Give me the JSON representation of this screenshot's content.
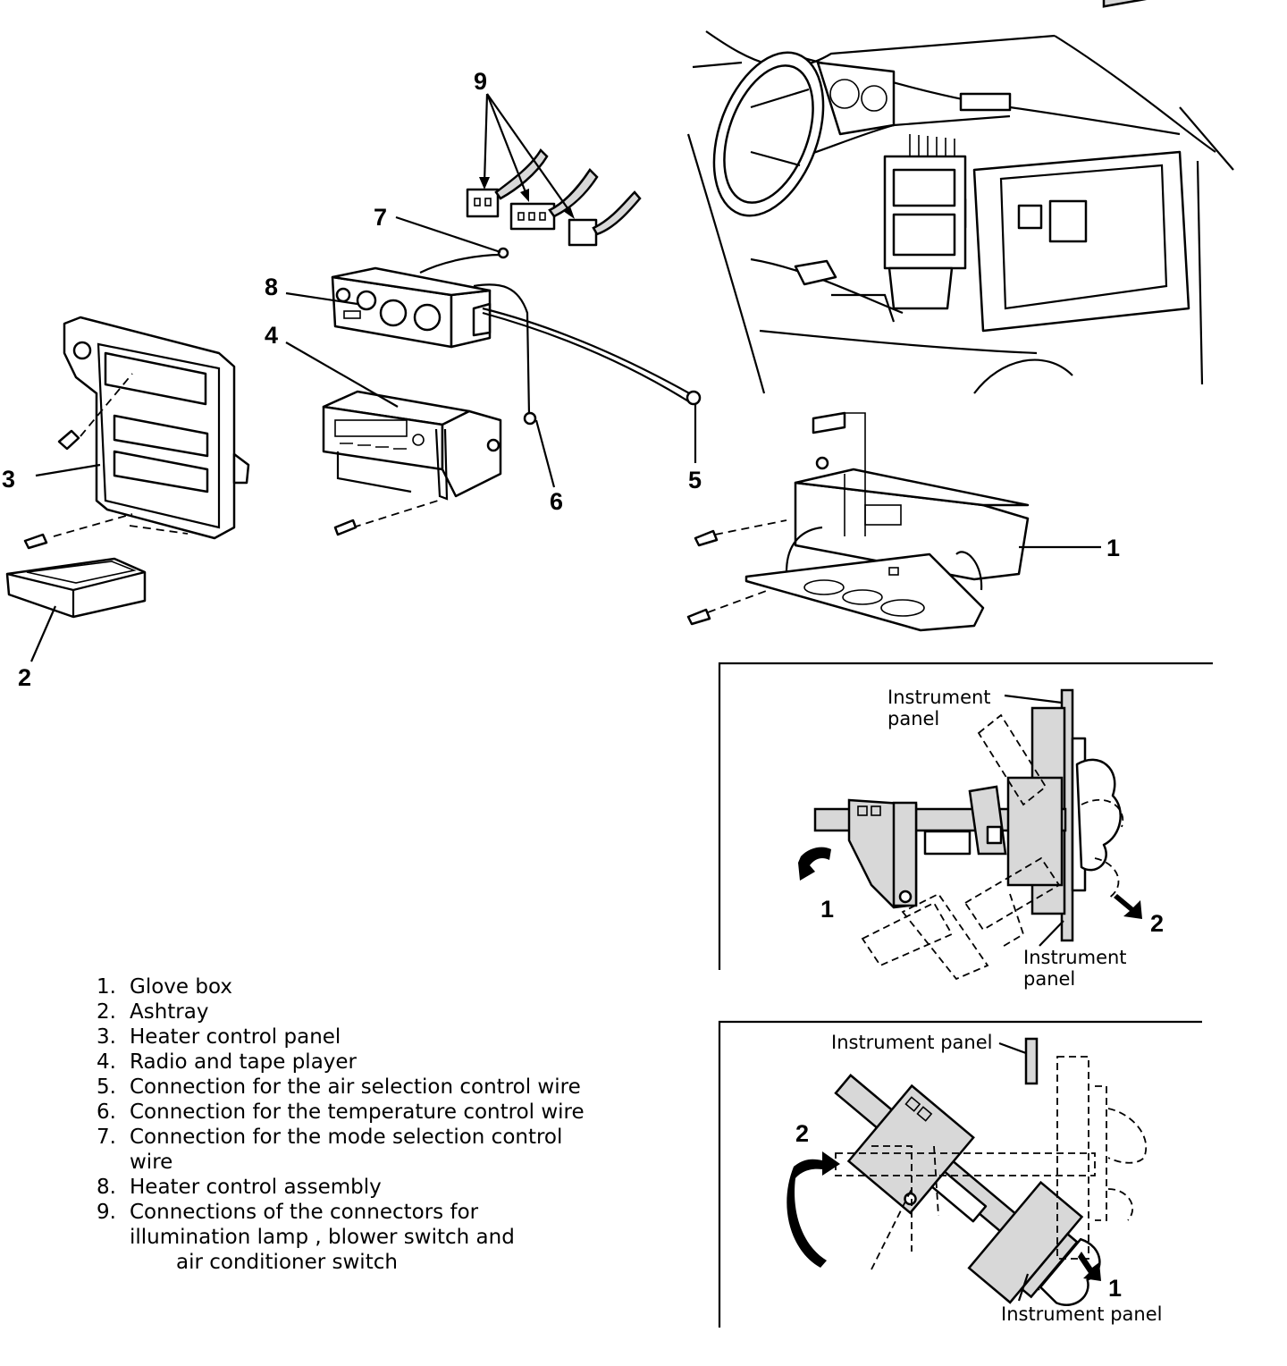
{
  "callouts": {
    "c1": "1",
    "c2": "2",
    "c3": "3",
    "c4": "4",
    "c5": "5",
    "c6": "6",
    "c7": "7",
    "c8": "8",
    "c9": "9"
  },
  "inset_top": {
    "label_top": [
      "Instrument",
      "panel"
    ],
    "label_bottom": [
      "Instrument",
      "panel"
    ],
    "arrow1": "1",
    "arrow2": "2"
  },
  "inset_bottom": {
    "label_top": "Instrument panel",
    "label_bottom": "Instrument panel",
    "arrow1": "1",
    "arrow2": "2"
  },
  "legend": [
    {
      "num": "1.",
      "text": "Glove box"
    },
    {
      "num": "2.",
      "text": "Ashtray"
    },
    {
      "num": "3.",
      "text": "Heater control panel"
    },
    {
      "num": "4.",
      "text": "Radio and tape player"
    },
    {
      "num": "5.",
      "text": "Connection for the air selection control wire"
    },
    {
      "num": "6.",
      "text": "Connection for the temperature control wire"
    },
    {
      "num": "7.",
      "text": "Connection for the mode selection control",
      "cont": "wire"
    },
    {
      "num": "8.",
      "text": "Heater control assembly"
    },
    {
      "num": "9.",
      "text": "Connections of the connectors for",
      "cont": "illumination lamp , blower switch and",
      "cont2": "air conditioner switch"
    }
  ]
}
